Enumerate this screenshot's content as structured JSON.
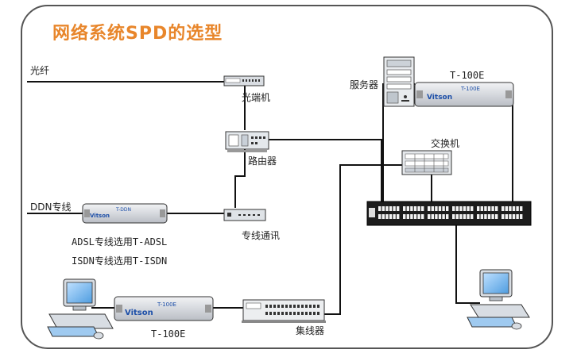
{
  "title": "网络系统SPD的选型",
  "labels": {
    "fiber": "光纤",
    "optical_terminal": "光端机",
    "router": "路由器",
    "ddn_line": "DDN专线",
    "leased_line_comm": "专线通讯",
    "adsl_note": "ADSL专线选用T-ADSL",
    "isdn_note": "ISDN专线选用T-ISDN",
    "server": "服务器",
    "server_spd": "T-100E",
    "switch": "交换机",
    "hub": "集线器",
    "client_spd": "T-100E"
  },
  "devices": {
    "spd_brand": "Vitson",
    "spd_top_model": "T-100E",
    "spd_bottom_model": "T-100E",
    "spd_ddn_model": "T-DDN"
  },
  "colors": {
    "title": "#e8862b",
    "frame": "#555555",
    "line": "#111111",
    "spd_body": "#dfe2e6",
    "brand_blue": "#1d4fa8",
    "monitor_blue": "#5fa9e8"
  }
}
